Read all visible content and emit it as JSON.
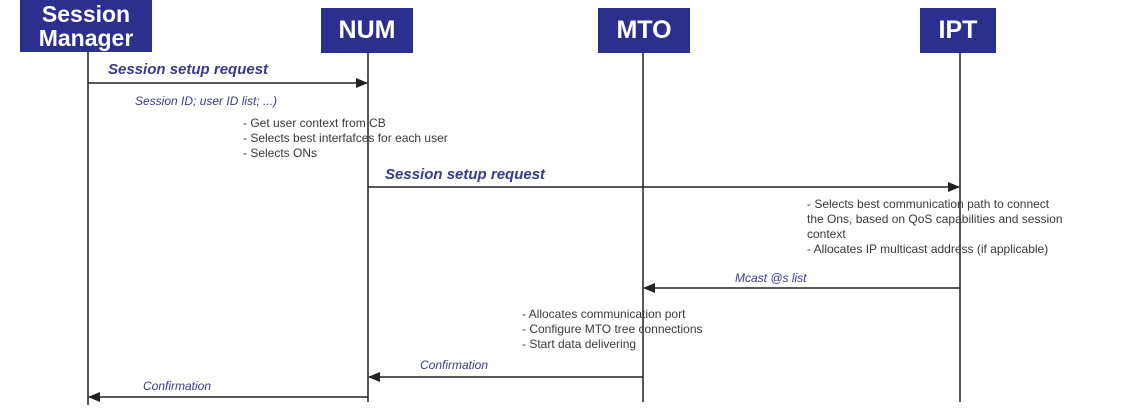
{
  "actors": {
    "session_manager": "Session\nManager",
    "num": "NUM",
    "mto": "MTO",
    "ipt": "IPT"
  },
  "messages": {
    "m1": "Session setup request",
    "m1_params": "Session ID; user ID list; ...)",
    "m2": "Session setup request",
    "m3": "Mcast @s list",
    "m4": "Confirmation",
    "m5": "Confirmation"
  },
  "notes": {
    "num_actions": [
      "- Get user context from CB",
      "- Selects best interfafces for each user",
      "- Selects ONs"
    ],
    "ipt_actions": [
      "- Selects best communication path to connect",
      "the Ons, based on QoS capabilities and session",
      "context",
      "- Allocates IP multicast address (if applicable)"
    ],
    "mto_actions": [
      "- Allocates communication port",
      "- Configure MTO tree connections",
      "- Start data delivering"
    ]
  },
  "colors": {
    "actor_fill": "#2b2f8e",
    "label_text": "#3a3a8c",
    "line": "#222222"
  }
}
